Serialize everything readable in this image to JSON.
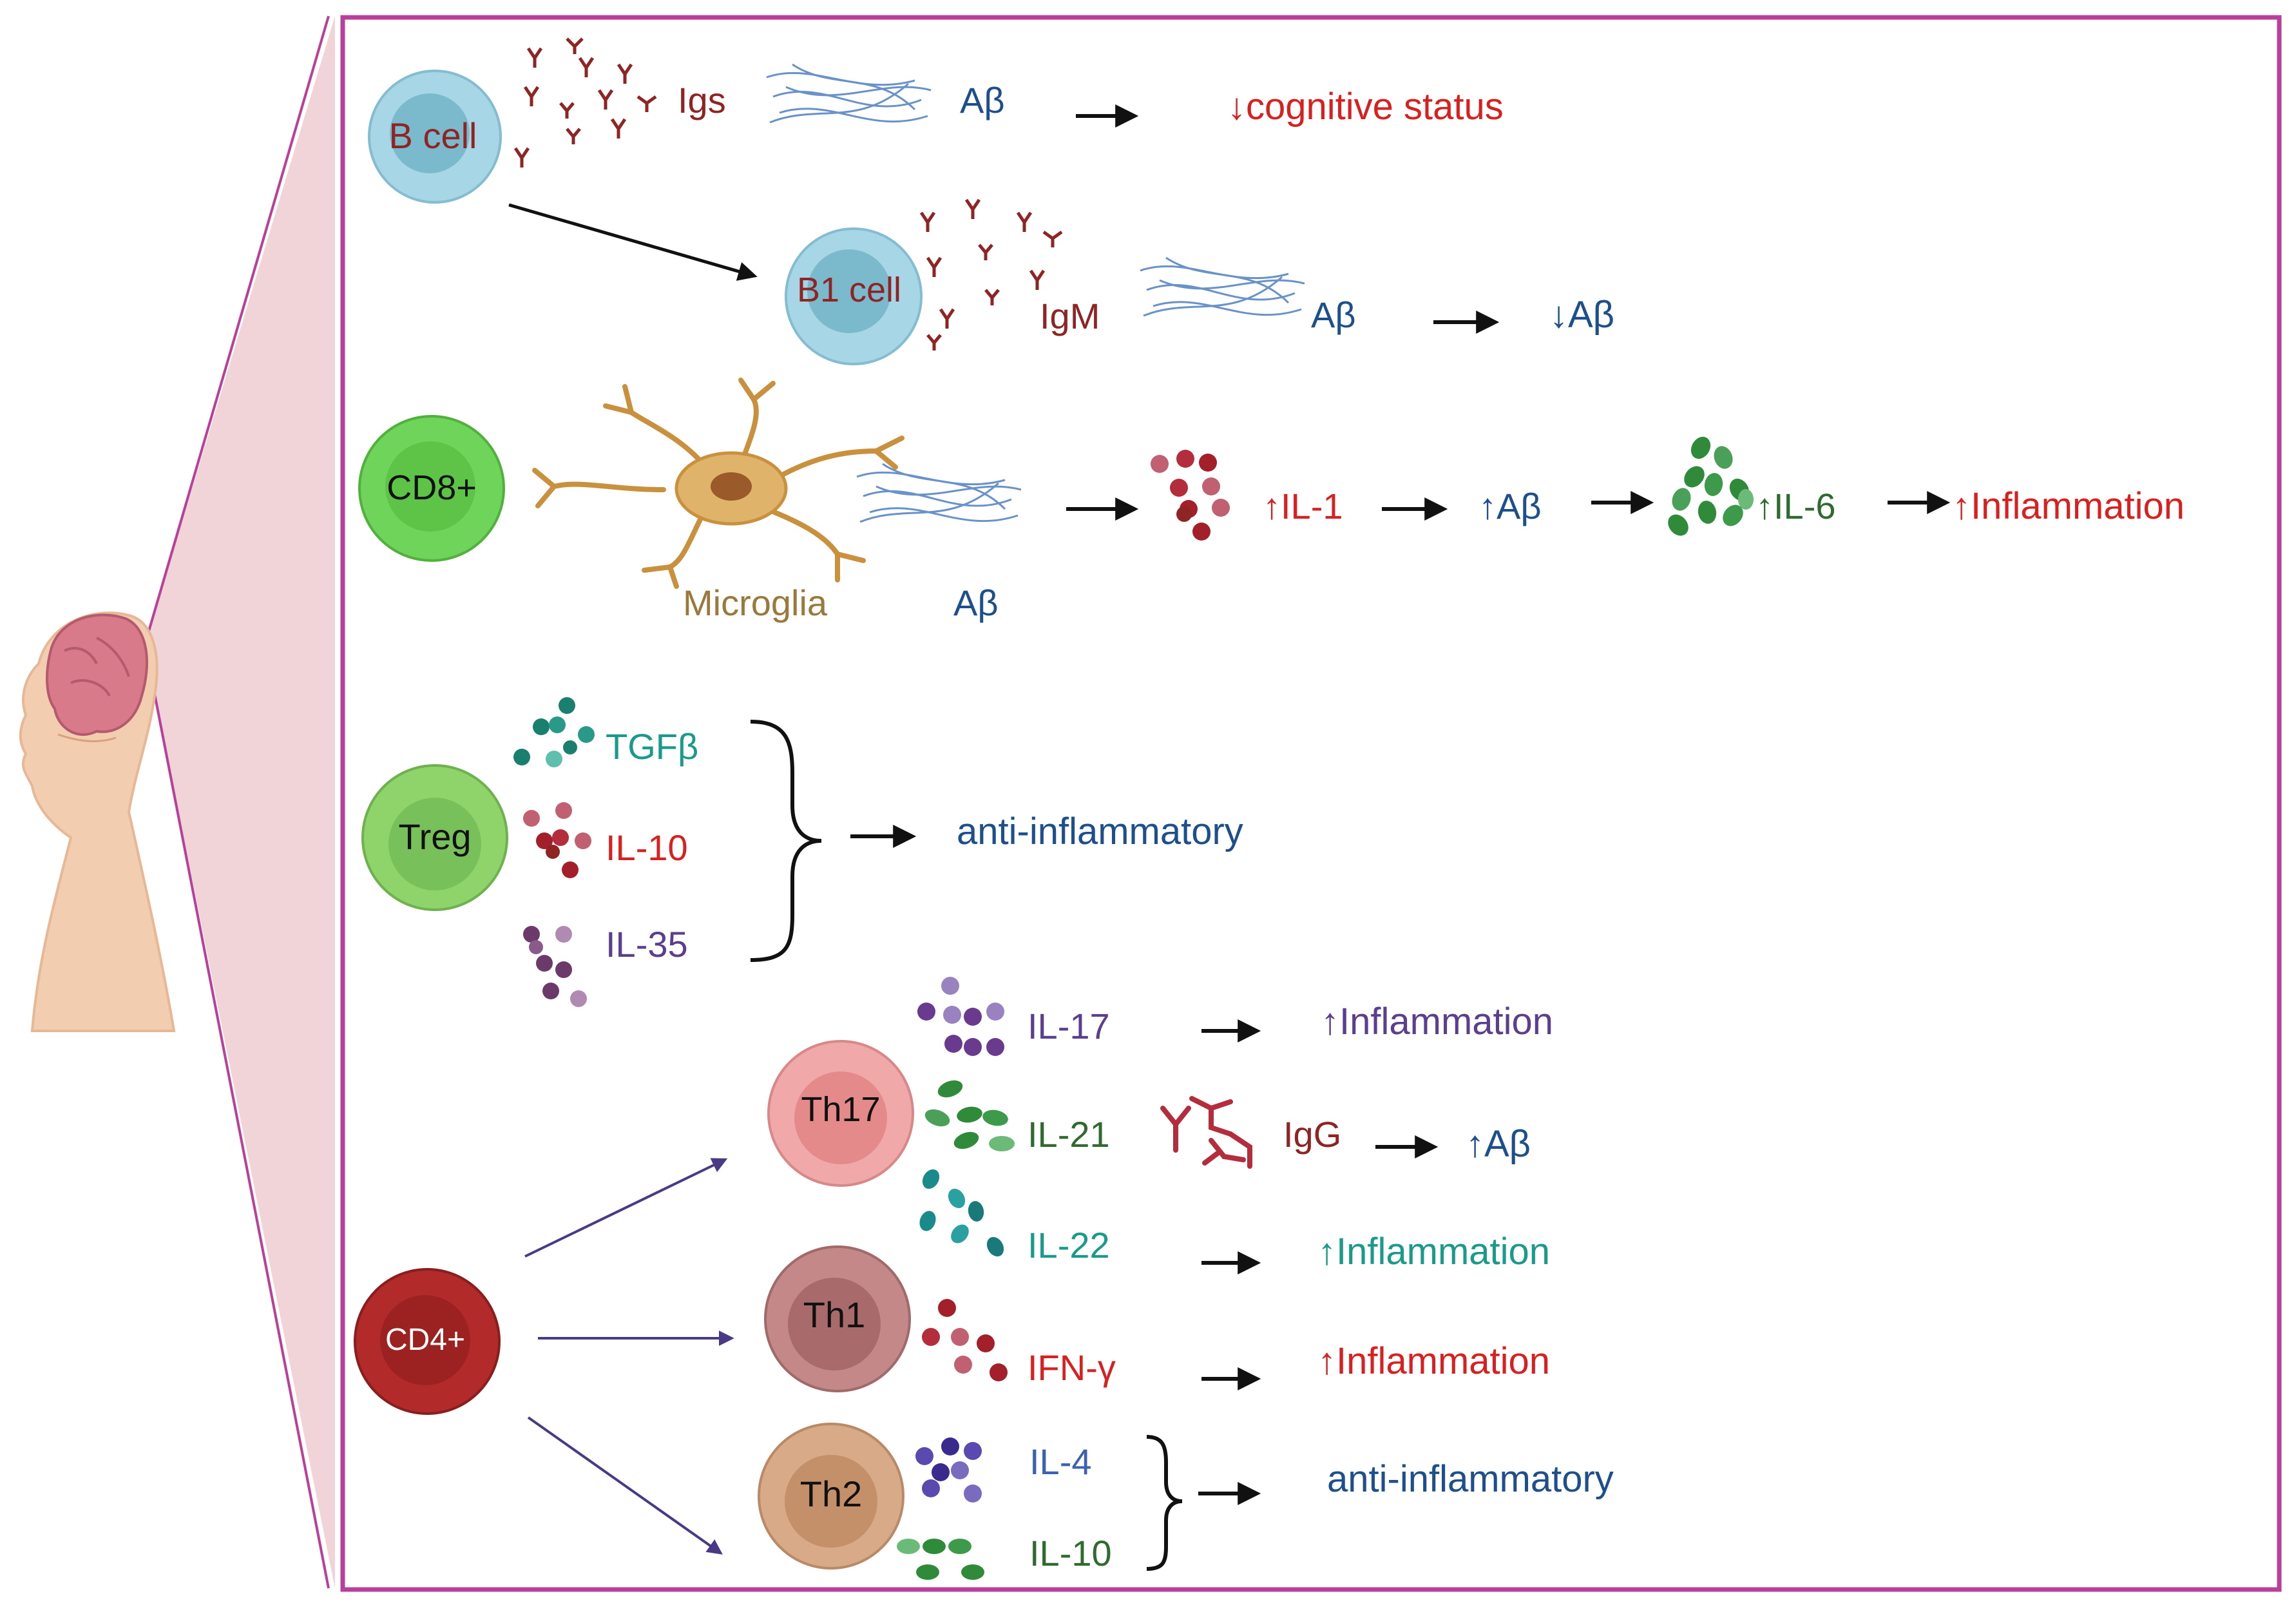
{
  "colors": {
    "frame": "#b8409a",
    "dark_red": "#8e2424",
    "red": "#d82020",
    "blue": "#1d4f8c",
    "green": "#2f6a2f",
    "teal": "#1a9a8a",
    "purple": "#5b3f8e",
    "tan": "#9a7a3c",
    "black": "#111111"
  },
  "head": {
    "icon": "human-head-brain-icon"
  },
  "bcell": {
    "cell_label": "B cell",
    "igs": "Igs",
    "abeta": "Aβ",
    "result": "↓cognitive  status"
  },
  "b1cell": {
    "cell_label": "B1 cell",
    "igm": "IgM",
    "abeta": "Aβ",
    "result": "↓Aβ"
  },
  "cd8": {
    "cell_label": "CD8+",
    "microglia": "Microglia",
    "abeta": "Aβ",
    "il1": "↑IL-1",
    "abeta_up": "↑Aβ",
    "il6": "↑IL-6",
    "inflammation": "↑Inflammation"
  },
  "treg": {
    "cell_label": "Treg",
    "tgfb": "TGFβ",
    "il10": "IL-10",
    "il35": "IL-35",
    "result": "anti-inflammatory"
  },
  "cd4": {
    "cell_label": "CD4+",
    "th17": {
      "cell_label": "Th17",
      "il17": "IL-17",
      "il17_result": "↑Inflammation",
      "il21": "IL-21",
      "igg": "IgG",
      "igg_result": "↑Aβ",
      "il22": "IL-22",
      "il22_result": "↑Inflammation"
    },
    "th1": {
      "cell_label": "Th1",
      "ifng": "IFN-γ",
      "result": "↑Inflammation"
    },
    "th2": {
      "cell_label": "Th2",
      "il4": "IL-4",
      "il10": "IL-10",
      "result": "anti-inflammatory"
    }
  }
}
